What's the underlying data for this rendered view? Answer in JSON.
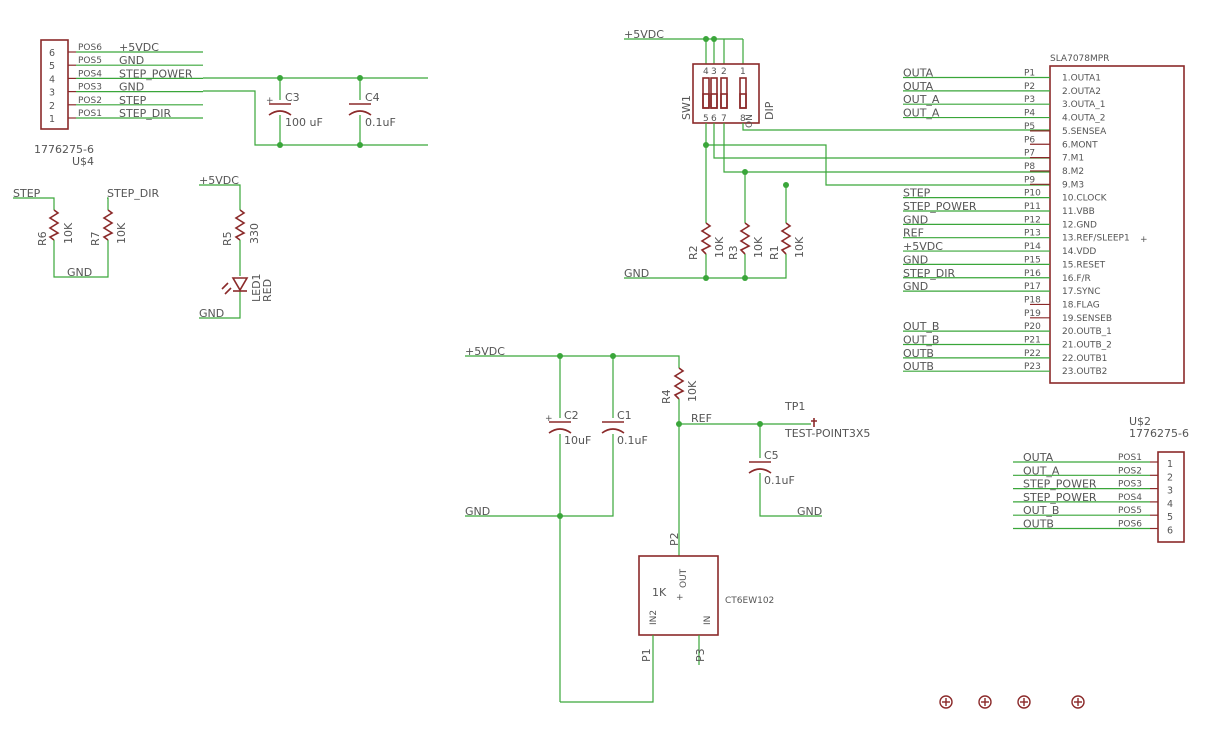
{
  "connectors": {
    "u4": {
      "part": "1776275-6",
      "ref": "U$4",
      "pins": [
        {
          "num": "6",
          "pad": "POS6",
          "net": "+5VDC"
        },
        {
          "num": "5",
          "pad": "POS5",
          "net": "GND"
        },
        {
          "num": "4",
          "pad": "POS4",
          "net": "STEP_POWER"
        },
        {
          "num": "3",
          "pad": "POS3",
          "net": "GND"
        },
        {
          "num": "2",
          "pad": "POS2",
          "net": "STEP"
        },
        {
          "num": "1",
          "pad": "POS1",
          "net": "STEP_DIR"
        }
      ]
    },
    "u2": {
      "part": "1776275-6",
      "ref": "U$2",
      "pins": [
        {
          "num": "1",
          "pad": "POS1",
          "net": "OUTA"
        },
        {
          "num": "2",
          "pad": "POS2",
          "net": "OUT_A"
        },
        {
          "num": "3",
          "pad": "POS3",
          "net": "STEP_POWER"
        },
        {
          "num": "4",
          "pad": "POS4",
          "net": "STEP_POWER"
        },
        {
          "num": "5",
          "pad": "POS5",
          "net": "OUT_B"
        },
        {
          "num": "6",
          "pad": "POS6",
          "net": "OUTB"
        }
      ]
    }
  },
  "capacitors": {
    "c3": {
      "ref": "C3",
      "value": "100 uF"
    },
    "c4": {
      "ref": "C4",
      "value": "0.1uF"
    },
    "c2": {
      "ref": "C2",
      "value": "10uF"
    },
    "c1": {
      "ref": "C1",
      "value": "0.1uF"
    },
    "c5": {
      "ref": "C5",
      "value": "0.1uF"
    }
  },
  "resistors": {
    "r6": {
      "ref": "R6",
      "value": "10K"
    },
    "r7": {
      "ref": "R7",
      "value": "10K"
    },
    "r5": {
      "ref": "R5",
      "value": "330"
    },
    "r2": {
      "ref": "R2",
      "value": "10K"
    },
    "r3": {
      "ref": "R3",
      "value": "10K"
    },
    "r1": {
      "ref": "R1",
      "value": "10K"
    },
    "r4": {
      "ref": "R4",
      "value": "10K"
    }
  },
  "led": {
    "ref": "LED1",
    "value": "RED"
  },
  "switch": {
    "ref": "SW1",
    "type": "DIP",
    "on_label": "ON",
    "top_pins": [
      "4",
      "3",
      "2",
      "1"
    ],
    "bottom_pins": [
      "5",
      "6",
      "7",
      "8"
    ]
  },
  "test_point": {
    "ref": "TP1",
    "value": "TEST-POINT3X5"
  },
  "pot": {
    "part": "CT6EW102",
    "value": "1K",
    "out": "OUT",
    "in": "IN",
    "in2": "IN2",
    "p1": "P1",
    "p2": "P2",
    "p3": "P3"
  },
  "driver": {
    "part": "SLA7078MPR",
    "pins": [
      {
        "pad": "P1",
        "name": "1.OUTA1",
        "net": "OUTA"
      },
      {
        "pad": "P2",
        "name": "2.OUTA2",
        "net": "OUTA"
      },
      {
        "pad": "P3",
        "name": "3.OUTA_1",
        "net": "OUT_A"
      },
      {
        "pad": "P4",
        "name": "4.OUTA_2",
        "net": "OUT_A"
      },
      {
        "pad": "P5",
        "name": "5.SENSEA",
        "net": ""
      },
      {
        "pad": "P6",
        "name": "6.MONT",
        "net": ""
      },
      {
        "pad": "P7",
        "name": "7.M1",
        "net": ""
      },
      {
        "pad": "P8",
        "name": "8.M2",
        "net": ""
      },
      {
        "pad": "P9",
        "name": "9.M3",
        "net": ""
      },
      {
        "pad": "P10",
        "name": "10.CLOCK",
        "net": "STEP"
      },
      {
        "pad": "P11",
        "name": "11.VBB",
        "net": "STEP_POWER"
      },
      {
        "pad": "P12",
        "name": "12.GND",
        "net": "GND"
      },
      {
        "pad": "P13",
        "name": "13.REF/SLEEP1",
        "net": "REF"
      },
      {
        "pad": "P14",
        "name": "14.VDD",
        "net": "+5VDC"
      },
      {
        "pad": "P15",
        "name": "15.RESET",
        "net": "GND"
      },
      {
        "pad": "P16",
        "name": "16.F/R",
        "net": "STEP_DIR"
      },
      {
        "pad": "P17",
        "name": "17.SYNC",
        "net": "GND"
      },
      {
        "pad": "P18",
        "name": "18.FLAG",
        "net": ""
      },
      {
        "pad": "P19",
        "name": "19.SENSEB",
        "net": ""
      },
      {
        "pad": "P20",
        "name": "20.OUTB_1",
        "net": "OUT_B"
      },
      {
        "pad": "P21",
        "name": "21.OUTB_2",
        "net": "OUT_B"
      },
      {
        "pad": "P22",
        "name": "22.OUTB1",
        "net": "OUTB"
      },
      {
        "pad": "P23",
        "name": "23.OUTB2",
        "net": "OUTB"
      }
    ]
  },
  "nets": {
    "step": "STEP",
    "step_dir": "STEP_DIR",
    "gnd": "GND",
    "vdc": "+5VDC",
    "ref": "REF"
  },
  "colors": {
    "wire": "#3aa63a",
    "symbol": "#8b2a2a",
    "text": "#555555"
  }
}
